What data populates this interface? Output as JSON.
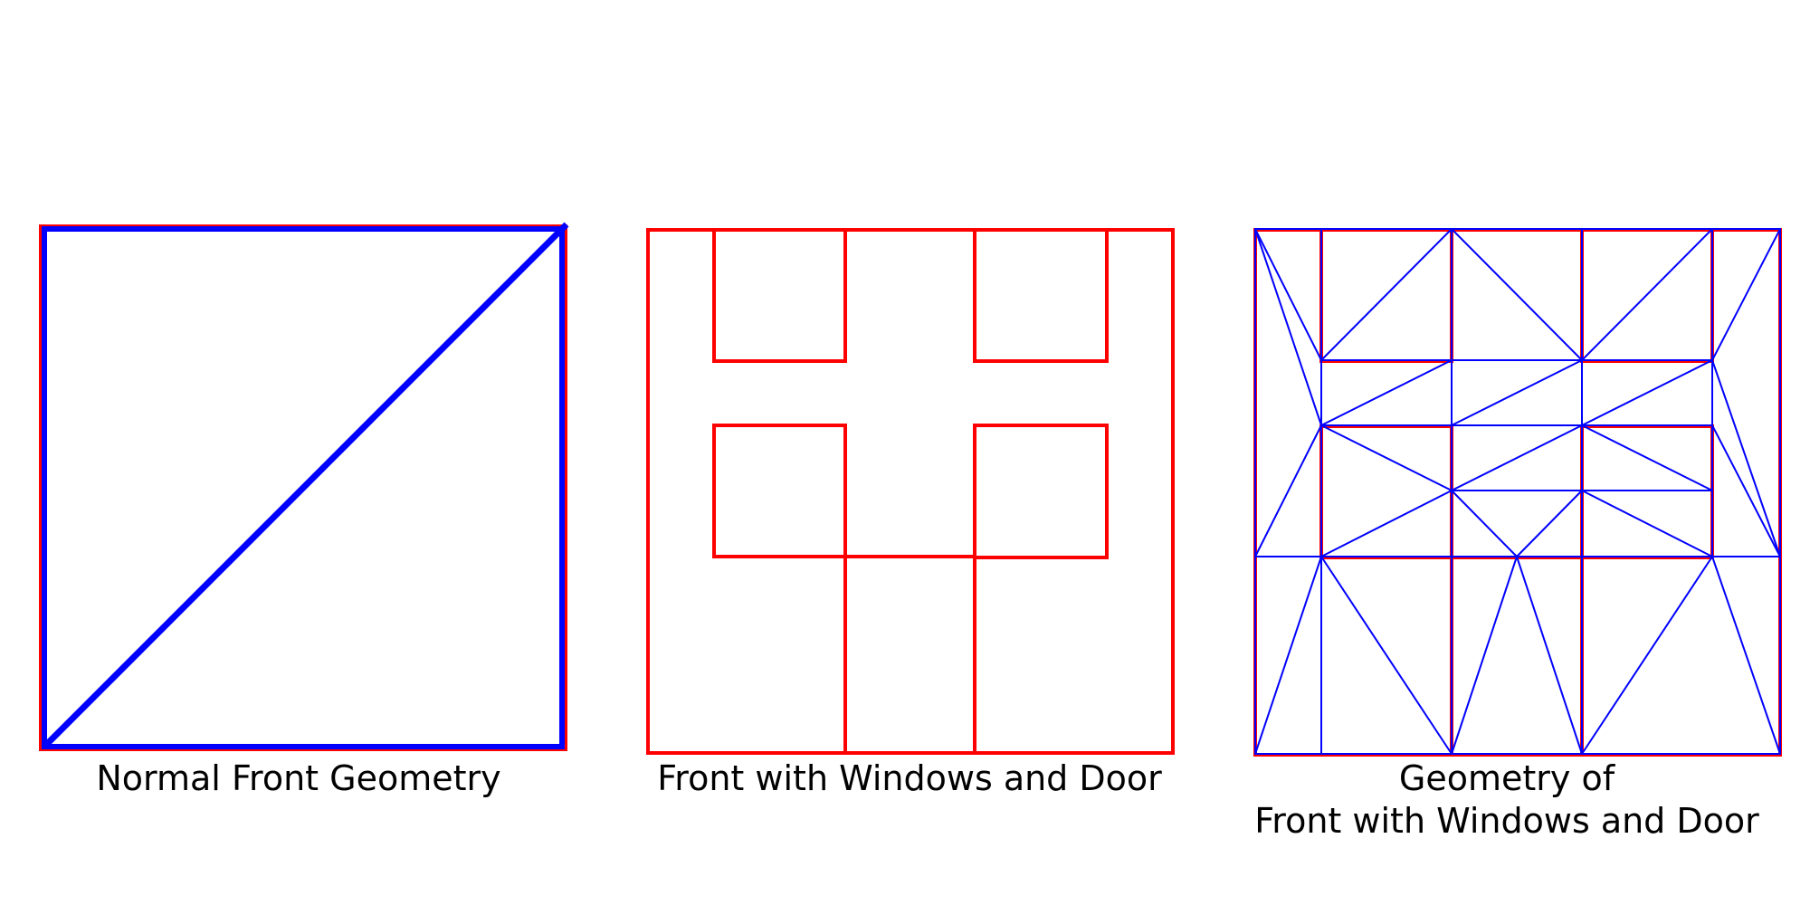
{
  "colors": {
    "outline": "#ff0000",
    "mesh": "#0000ff",
    "background": "#ffffff",
    "text": "#000000"
  },
  "panels": [
    {
      "caption_lines": [
        "Normal Front Geometry"
      ]
    },
    {
      "caption_lines": [
        "Front with Windows and Door"
      ]
    },
    {
      "caption_lines": [
        "Geometry of",
        "Front with Windows and Door"
      ]
    }
  ]
}
